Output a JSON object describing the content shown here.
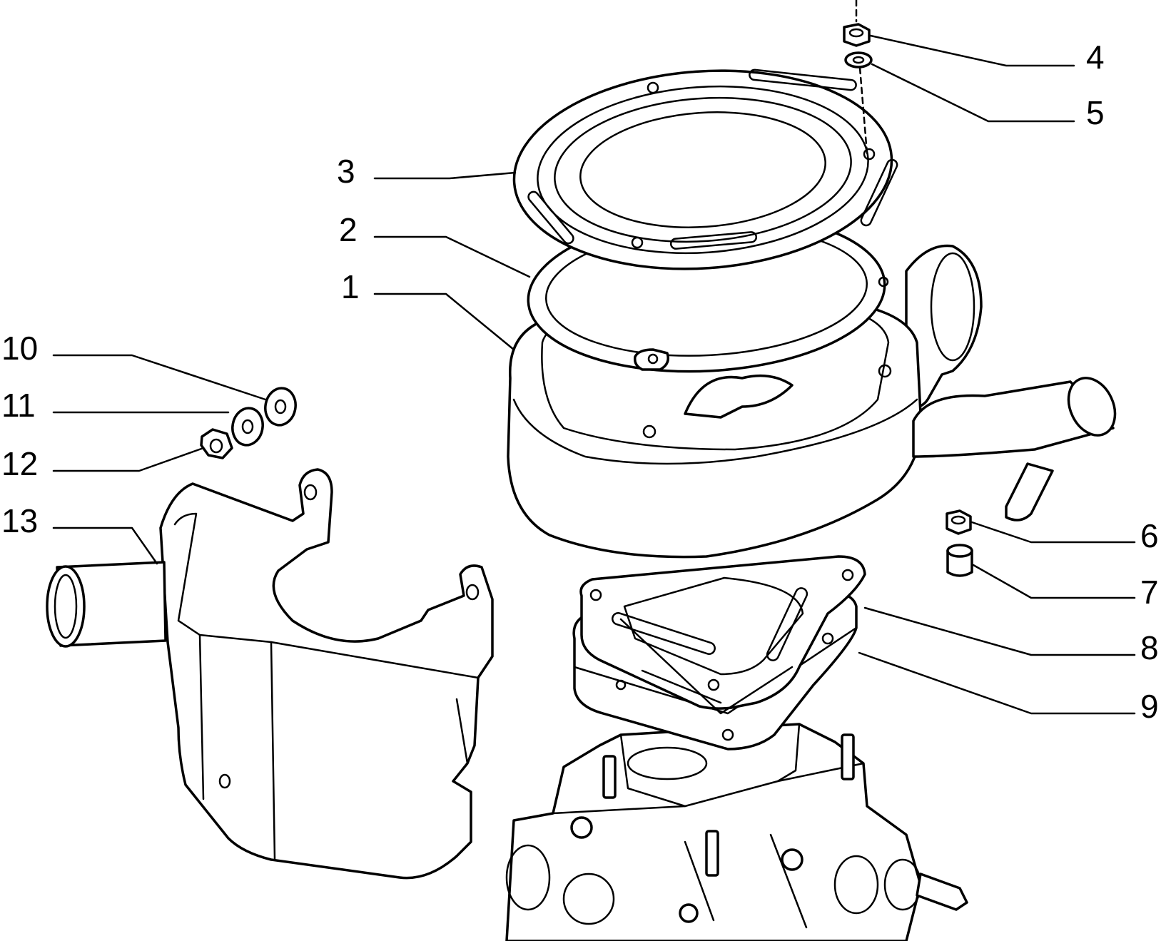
{
  "colors": {
    "line": "#000000",
    "background": "#ffffff"
  },
  "callouts": [
    {
      "id": "1",
      "label": "1"
    },
    {
      "id": "2",
      "label": "2"
    },
    {
      "id": "3",
      "label": "3"
    },
    {
      "id": "4",
      "label": "4"
    },
    {
      "id": "5",
      "label": "5"
    },
    {
      "id": "6",
      "label": "6"
    },
    {
      "id": "7",
      "label": "7"
    },
    {
      "id": "8",
      "label": "8"
    },
    {
      "id": "9",
      "label": "9"
    },
    {
      "id": "10",
      "label": "10"
    },
    {
      "id": "11",
      "label": "11"
    },
    {
      "id": "12",
      "label": "12"
    },
    {
      "id": "13",
      "label": "13"
    }
  ]
}
